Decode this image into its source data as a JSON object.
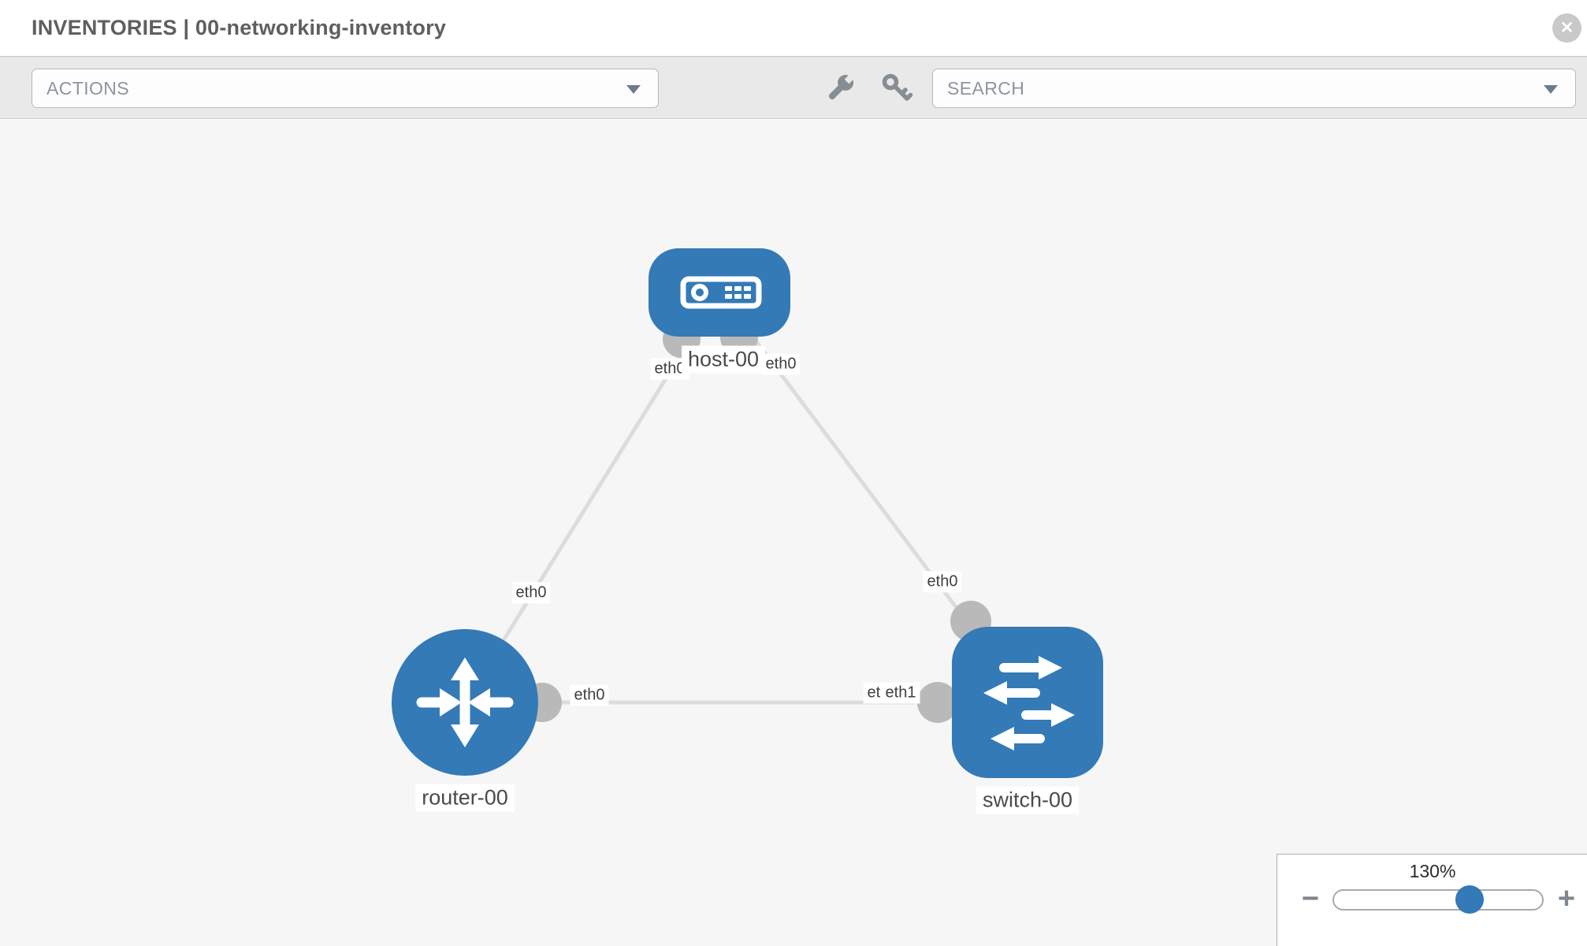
{
  "header": {
    "title": "INVENTORIES | 00-networking-inventory"
  },
  "toolbar": {
    "actions_label": "ACTIONS",
    "search_label": "SEARCH",
    "icons": [
      {
        "name": "wrench"
      },
      {
        "name": "key"
      }
    ]
  },
  "topology": {
    "nodes": [
      {
        "type": "host",
        "label": "host-00"
      },
      {
        "type": "router",
        "label": "router-00"
      },
      {
        "type": "switch",
        "label": "switch-00"
      }
    ],
    "links": [
      {
        "from": "host-00",
        "to": "router-00"
      },
      {
        "from": "host-00",
        "to": "switch-00"
      },
      {
        "from": "router-00",
        "to": "switch-00"
      }
    ],
    "interface_labels": [
      {
        "text": "eth0",
        "position": "host-left"
      },
      {
        "text": "eth0",
        "position": "host-right"
      },
      {
        "text": "eth0",
        "position": "router-top"
      },
      {
        "text": "eth0",
        "position": "switch-top"
      },
      {
        "text": "eth0",
        "position": "router-right"
      },
      {
        "text": "eth0",
        "position": "switch-left-back"
      },
      {
        "text": "eth1",
        "position": "switch-left-front"
      }
    ]
  },
  "zoom_control": {
    "level": "130%",
    "minus_glyph": "−",
    "plus_glyph": "+"
  },
  "icons": {
    "close_glyph": "✕"
  },
  "colors": {
    "node_blue": "#337ab7",
    "link_gray": "#dcdcdc",
    "dot_gray": "#b9b9b9",
    "canvas_bg": "#f6f6f6",
    "toolbar_bg": "#e9e9e9"
  }
}
